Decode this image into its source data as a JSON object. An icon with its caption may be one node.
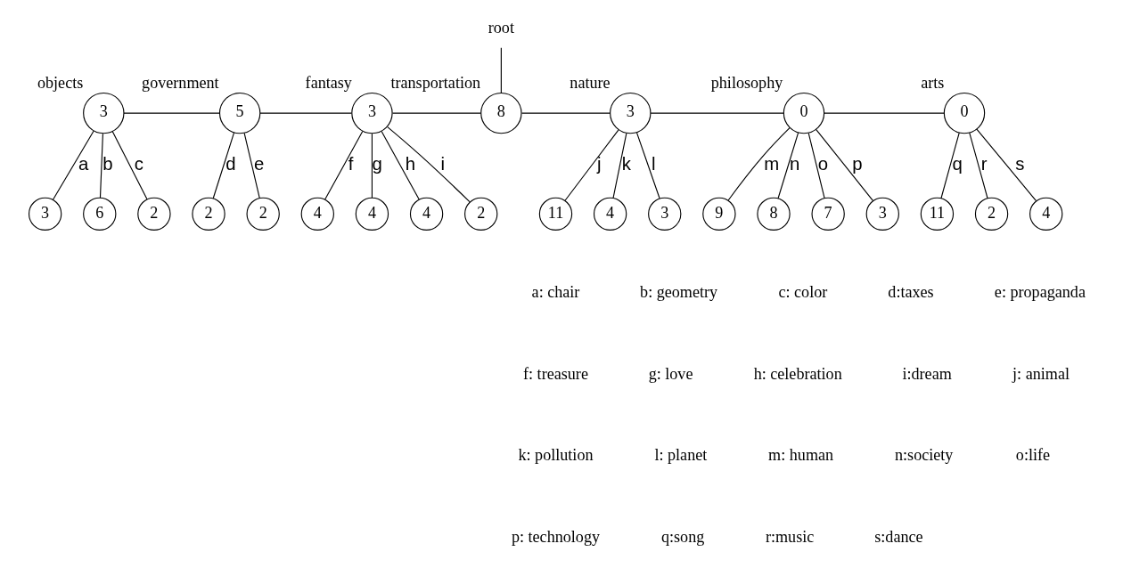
{
  "diagram": {
    "nodes": [
      {
        "text": [
          "root"
        ]
      },
      {
        "text": [
          "objects",
          "3"
        ]
      },
      {
        "text": [
          "government",
          "5"
        ]
      },
      {
        "text": [
          "fantasy",
          "3"
        ]
      },
      {
        "text": [
          "transportation",
          "8"
        ]
      },
      {
        "text": [
          "nature",
          "3"
        ]
      },
      {
        "text": [
          "philosophy",
          "0"
        ]
      },
      {
        "text": [
          "arts",
          "0"
        ]
      },
      {
        "text": [
          "3"
        ]
      },
      {
        "text": [
          "6"
        ]
      },
      {
        "text": [
          "2"
        ]
      },
      {
        "text": [
          "2"
        ]
      },
      {
        "text": [
          "2"
        ]
      },
      {
        "text": [
          "4"
        ]
      },
      {
        "text": [
          "4"
        ]
      },
      {
        "text": [
          "4"
        ]
      },
      {
        "text": [
          "2"
        ]
      },
      {
        "text": [
          "11"
        ]
      },
      {
        "text": [
          "4"
        ]
      },
      {
        "text": [
          "3"
        ]
      },
      {
        "text": [
          "9"
        ]
      },
      {
        "text": [
          "8"
        ]
      },
      {
        "text": [
          "7"
        ]
      },
      {
        "text": [
          "3"
        ]
      },
      {
        "text": [
          "11"
        ]
      },
      {
        "text": [
          "2"
        ]
      },
      {
        "text": [
          "4"
        ]
      }
    ],
    "edges": [
      {
        "from": 0,
        "to": 4,
        "arrow": "none"
      },
      {
        "from": 1,
        "to": 2,
        "arrow": "none"
      },
      {
        "from": 2,
        "to": 3,
        "arrow": "none"
      },
      {
        "from": 3,
        "to": 4,
        "arrow": "none"
      },
      {
        "from": 4,
        "to": 5,
        "arrow": "none"
      },
      {
        "from": 5,
        "to": 6,
        "arrow": "none"
      },
      {
        "from": 6,
        "to": 7,
        "arrow": "none"
      },
      {
        "from": 1,
        "to": 8,
        "arrow": "none",
        "label": "a"
      },
      {
        "from": 1,
        "to": 9,
        "arrow": "none",
        "label": "b"
      },
      {
        "from": 1,
        "to": 10,
        "arrow": "none",
        "label": "c"
      },
      {
        "from": 2,
        "to": 11,
        "arrow": "none",
        "label": "d"
      },
      {
        "from": 2,
        "to": 12,
        "arrow": "none",
        "label": "e"
      },
      {
        "from": 3,
        "to": 13,
        "arrow": "none",
        "label": "f"
      },
      {
        "from": 3,
        "to": 14,
        "arrow": "none",
        "label": "g"
      },
      {
        "from": 3,
        "to": 15,
        "arrow": "none",
        "label": "h"
      },
      {
        "from": 3,
        "to": 16,
        "arrow": "none",
        "label": "i"
      },
      {
        "from": 5,
        "to": 17,
        "arrow": "none",
        "label": "j"
      },
      {
        "from": 5,
        "to": 18,
        "arrow": "none",
        "label": "k"
      },
      {
        "from": 5,
        "to": 19,
        "arrow": "none",
        "label": "l"
      },
      {
        "from": 6,
        "to": 20,
        "arrow": "none",
        "label": "m"
      },
      {
        "from": 6,
        "to": 21,
        "arrow": "none",
        "label": "n"
      },
      {
        "from": 6,
        "to": 22,
        "arrow": "none",
        "label": "o"
      },
      {
        "from": 6,
        "to": 23,
        "arrow": "none",
        "label": "p"
      },
      {
        "from": 7,
        "to": 24,
        "arrow": "none",
        "label": "q"
      },
      {
        "from": 7,
        "to": 25,
        "arrow": "none",
        "label": "r"
      },
      {
        "from": 7,
        "to": 26,
        "arrow": "none",
        "label": "s"
      }
    ],
    "labels": [
      "a: chair",
      "b: geometry",
      "c: color",
      "d:taxes",
      "e: propaganda",
      "f: treasure",
      "g: love",
      "h: celebration",
      "i:dream",
      "j: animal",
      "k: pollution",
      "l: planet",
      "m: human",
      "n:society",
      "o:life",
      "p: technology",
      "q:song",
      "r:music",
      "s:dance"
    ]
  }
}
